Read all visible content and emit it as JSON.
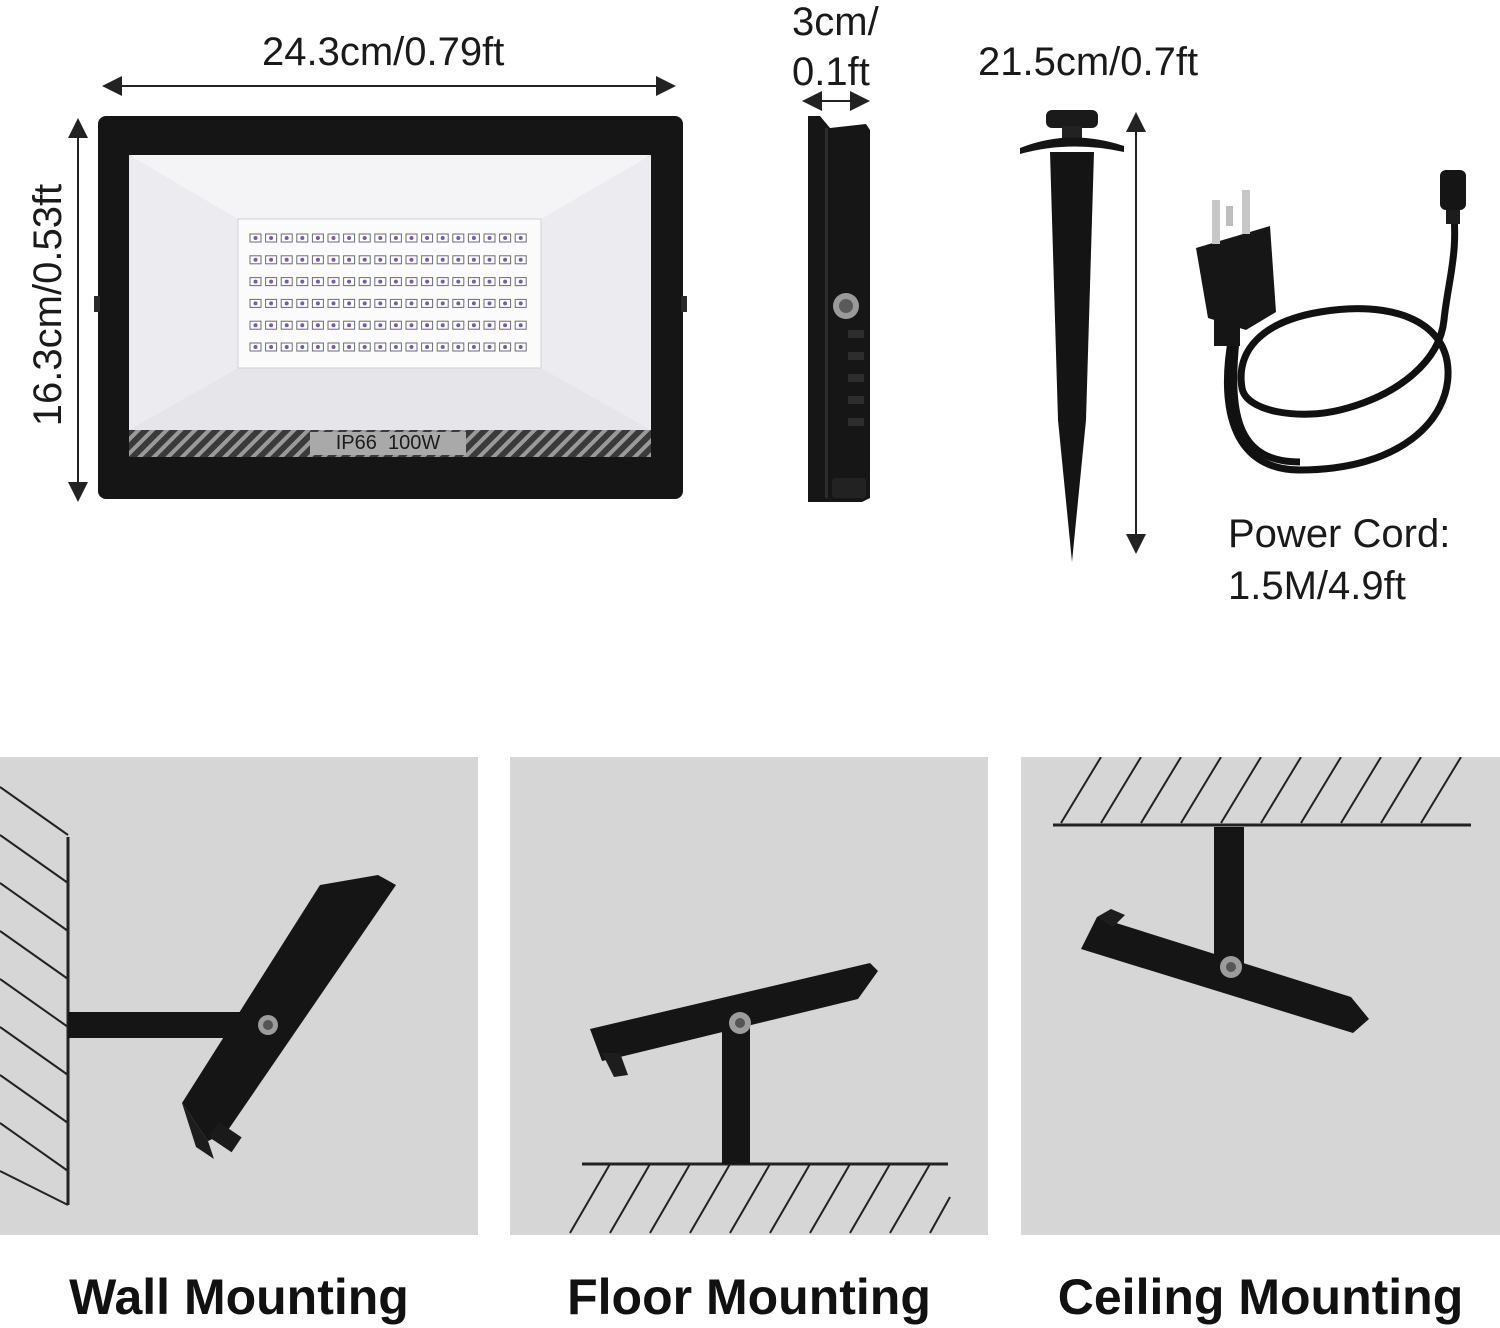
{
  "dimensions": {
    "width_label": "24.3cm/0.79ft",
    "height_label": "16.3cm/0.53ft",
    "depth_label_line1": "3cm/",
    "depth_label_line2": "0.1ft",
    "stake_label": "21.5cm/0.7ft",
    "cord_label_line1": "Power Cord:",
    "cord_label_line2": "1.5M/4.9ft"
  },
  "front_panel": {
    "badge_text": "IP66  100W",
    "led_rows": 6,
    "led_cols": 18
  },
  "mounting": [
    {
      "caption": "Wall Mounting"
    },
    {
      "caption": "Floor Mounting"
    },
    {
      "caption": "Ceiling Mounting"
    }
  ],
  "colors": {
    "housing": "#141414",
    "panel_bg": "#d6d6d6",
    "led_face": "#f2f2f4"
  }
}
